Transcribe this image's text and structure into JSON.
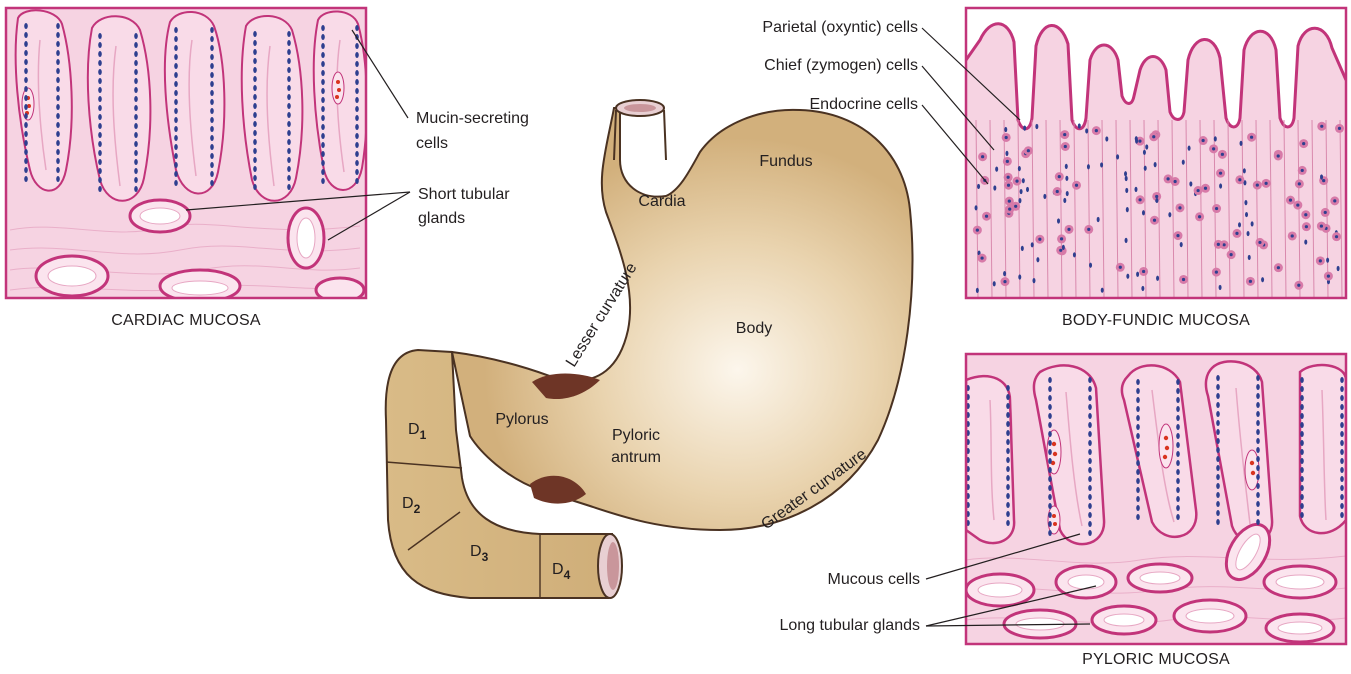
{
  "panels": {
    "cardiac": {
      "caption": "CARDIAC MUCOSA",
      "labels": {
        "mucin_line1": "Mucin-secreting",
        "mucin_line2": "cells",
        "short_line1": "Short tubular",
        "short_line2": "glands"
      }
    },
    "body_fundic": {
      "caption": "BODY-FUNDIC MUCOSA",
      "labels": {
        "parietal": "Parietal (oxyntic) cells",
        "chief": "Chief (zymogen) cells",
        "endocrine": "Endocrine cells"
      }
    },
    "pyloric": {
      "caption": "PYLORIC MUCOSA",
      "labels": {
        "mucous": "Mucous cells",
        "long_glands": "Long tubular glands"
      }
    }
  },
  "stomach": {
    "regions": {
      "fundus": "Fundus",
      "cardia": "Cardia",
      "body": "Body",
      "pylorus": "Pylorus",
      "antrum_line1": "Pyloric",
      "antrum_line2": "antrum"
    },
    "curvatures": {
      "lesser": "Lesser curvature",
      "greater": "Greater curvature"
    },
    "duodenum": {
      "letter": "D",
      "d1": "1",
      "d2": "2",
      "d3": "3",
      "d4": "4"
    }
  },
  "colors": {
    "stomach_fill": "#d7b886",
    "stomach_highlight": "#fbf5ea",
    "stomach_outline": "#4a3222",
    "sphincter": "#6e3526",
    "tissue_pink": "#f2c4d8",
    "tissue_border": "#c2347a",
    "nucleus": "#2e3f8f",
    "rbc": "#d9341f"
  }
}
